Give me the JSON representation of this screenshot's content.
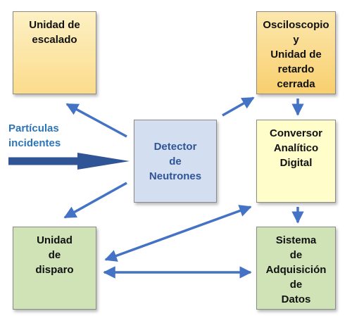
{
  "colors": {
    "arrow": "#4472c4",
    "incident_text": "#2e75b6",
    "detector_text": "#2f5597"
  },
  "incident_label": [
    "Partículas",
    "incidentes"
  ],
  "boxes": {
    "scaling_unit": [
      "Unidad de",
      "escalado"
    ],
    "oscilloscope": [
      "Osciloscopio",
      "y",
      "Unidad de",
      "retardo",
      "cerrada"
    ],
    "neutron_detector": [
      "Detector",
      "de",
      "Neutrones"
    ],
    "adc": [
      "Conversor",
      "Analítico",
      "Digital"
    ],
    "trigger_unit": [
      "Unidad",
      "de",
      "disparo"
    ],
    "daq_system": [
      "Sistema",
      "de",
      "Adquisición",
      "de",
      "Datos"
    ]
  },
  "connections": [
    {
      "from": "incident_label",
      "to": "neutron_detector"
    },
    {
      "from": "neutron_detector",
      "to": "scaling_unit"
    },
    {
      "from": "neutron_detector",
      "to": "oscilloscope"
    },
    {
      "from": "neutron_detector",
      "to": "trigger_unit"
    },
    {
      "from": "oscilloscope",
      "to": "adc"
    },
    {
      "from": "adc",
      "to": "daq_system"
    },
    {
      "from": "adc",
      "to": "trigger_unit",
      "bidirectional": true
    },
    {
      "from": "trigger_unit",
      "to": "daq_system",
      "bidirectional": true
    }
  ]
}
